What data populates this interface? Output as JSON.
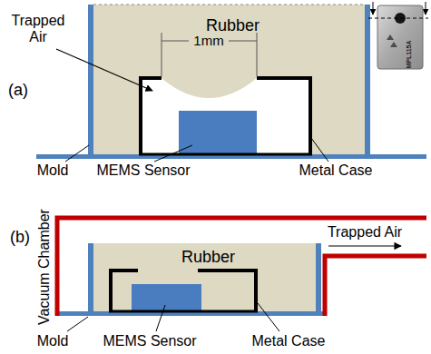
{
  "diagram": {
    "nodes": [
      {
        "text": [
          "Rubber"
        ]
      },
      {
        "text": [
          "Rubber"
        ]
      }
    ],
    "labels": [
      "(a)",
      "Trapped Air",
      "1mm",
      "Mold",
      "MEMS Sensor",
      "Metal Case",
      "MPL115A",
      "(b)",
      "Vacuum Chamber",
      "Trapped Air",
      "Mold",
      "MEMS Sensor",
      "Metal Case"
    ]
  }
}
